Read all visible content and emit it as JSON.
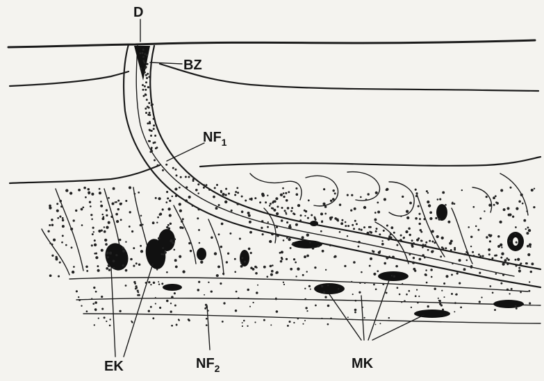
{
  "diagram": {
    "labels": {
      "d": "D",
      "bz": "BZ",
      "nf1_main": "NF",
      "nf1_sub": "1",
      "nf2_main": "NF",
      "nf2_sub": "2",
      "ek": "EK",
      "mk": "MK"
    }
  },
  "colors": {
    "background": "#f4f3ef",
    "ink": "#141414"
  }
}
